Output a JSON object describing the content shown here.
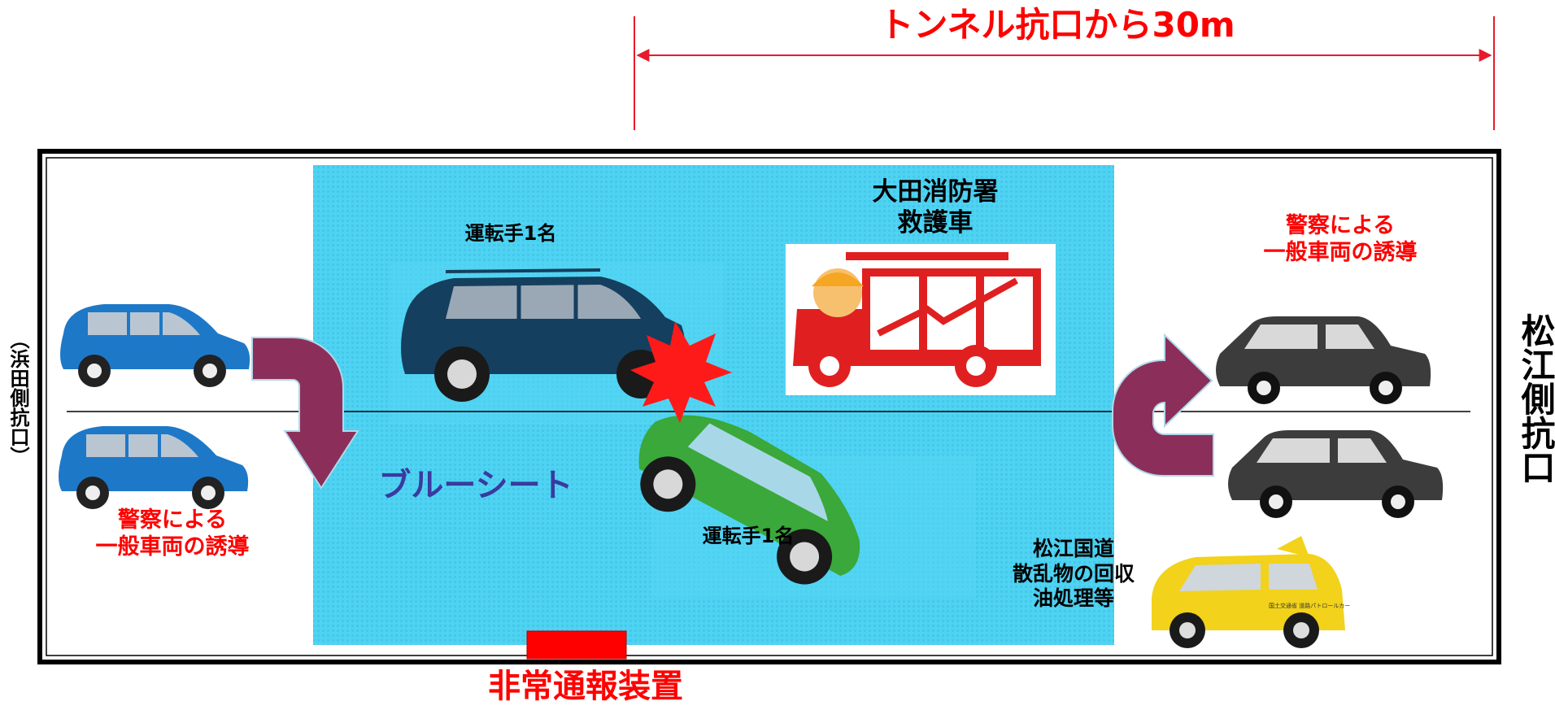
{
  "dimension": {
    "label": "トンネル抗口から30m"
  },
  "labels": {
    "hamada_portal": "（浜田側抗口）",
    "matsue_portal": "松江側抗口",
    "driver_top": "運転手1名",
    "driver_bottom": "運転手1名",
    "fire_station": "大田消防署\n救護車",
    "police_right": "警察による\n一般車両の誘導",
    "police_left": "警察による\n一般車両の誘導",
    "blue_sheet": "ブルーシート",
    "matsue_national_road": "松江国道\n散乱物の回収\n油処理等",
    "emergency_device": "非常通報装置",
    "patrol_car_text": "国土交通省 道路パトロールカー"
  },
  "colors": {
    "red_text": "#ff0000",
    "blue_sheet": "#4dd0f0",
    "blue_sheet_text": "#3a3aa0",
    "arrow": "#8b2f5a",
    "dimension_line": "#e8192c",
    "blue_van": "#1e78c8",
    "navy_suv": "#153f5e",
    "green_car": "#3aa83a",
    "gray_sedan": "#3c3c3c",
    "yellow_patrol": "#f2d21a",
    "fire_truck": "#e02020"
  }
}
